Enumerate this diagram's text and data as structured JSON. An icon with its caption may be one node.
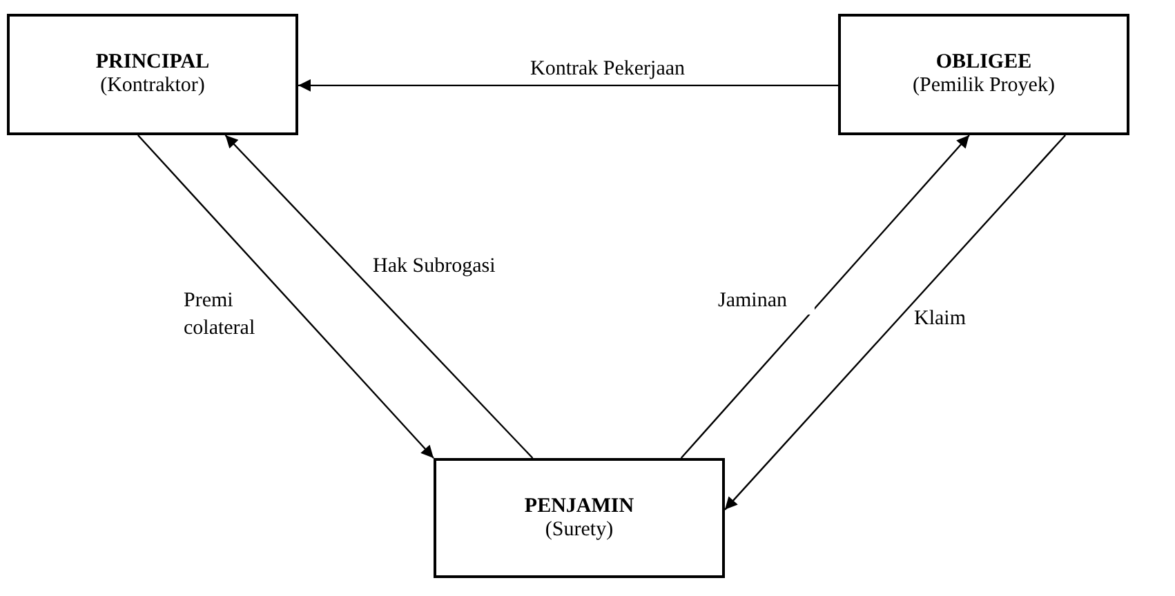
{
  "diagram": {
    "nodes": [
      {
        "text": [
          "PRINCIPAL",
          "(Kontraktor)"
        ]
      },
      {
        "text": [
          "OBLIGEE",
          "(Pemilik Proyek)"
        ]
      },
      {
        "text": [
          "PENJAMIN",
          "(Surety)"
        ]
      }
    ],
    "edges": [
      {
        "from": 1,
        "to": 0,
        "arrow": "to",
        "label": "Kontrak Pekerjaan"
      },
      {
        "from": 0,
        "to": 2,
        "arrow": "to",
        "label": "Premi colateral"
      },
      {
        "from": 2,
        "to": 0,
        "arrow": "to",
        "label": "Hak Subrogasi"
      },
      {
        "from": 2,
        "to": 1,
        "arrow": "to",
        "label": "Jaminan"
      },
      {
        "from": 1,
        "to": 2,
        "arrow": "to",
        "label": "Klaim"
      }
    ]
  }
}
